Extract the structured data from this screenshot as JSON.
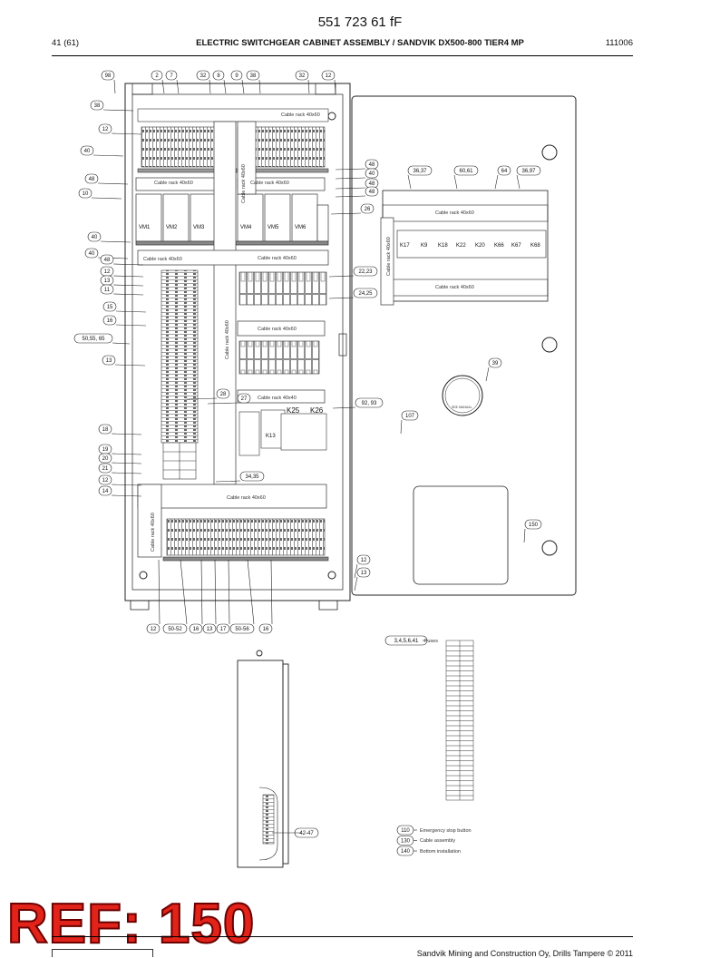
{
  "header": {
    "doc_number": "551 723 61 fF",
    "page": "41 (61)",
    "title": "ELECTRIC SWITCHGEAR CABINET ASSEMBLY / SANDVIK DX500-800 TIER4 MP",
    "code": "111006"
  },
  "footer": {
    "copyright": "Sandvik Mining and Construction Oy, Drills Tampere © 2011"
  },
  "stamp": {
    "text": "REF: 150"
  },
  "drawing": {
    "cable_rack": "Cable rack 40x60",
    "cable_rack_short": "Cable rack 40x40",
    "relay_labels": [
      "K25",
      "K26"
    ],
    "k13_label": "K13",
    "relay_strip": [
      "K17",
      "K9",
      "K18",
      "K22",
      "K20",
      "K66",
      "K67",
      "K68"
    ],
    "vm_labels": [
      "VM1",
      "VM2",
      "VM3",
      "VM4",
      "VM5",
      "VM6"
    ],
    "top_callouts": [
      "98",
      "2",
      "7",
      "32",
      "8",
      "9",
      "38",
      "32",
      "12"
    ],
    "left_callouts": [
      "38",
      "12",
      "40",
      "48",
      "10",
      "40",
      "40",
      "48",
      "12",
      "13",
      "11",
      "15",
      "16",
      "50,55, 65",
      "13",
      "18",
      "19",
      "20",
      "21",
      "12",
      "14"
    ],
    "mid_callouts": [
      "48",
      "40",
      "48",
      "48",
      "26",
      "22,23",
      "24,25",
      "28",
      "27",
      "92, 93",
      "34,35"
    ],
    "right_callouts": [
      "36,37",
      "60,61",
      "64",
      "36,97",
      "39",
      "107",
      "150",
      "12",
      "13"
    ],
    "bottom_callouts": [
      "12",
      "50-52",
      "16",
      "13",
      "17",
      "50-56",
      "16"
    ],
    "side_callout": "42-47",
    "fuse_ref": "3,4,5,6,41",
    "fuse_title": "Fuses",
    "legend": [
      {
        "num": "110",
        "text": "Emergency stop button"
      },
      {
        "num": "130",
        "text": "Cable assembly"
      },
      {
        "num": "140",
        "text": "Bottom installation"
      }
    ],
    "display_ring": "SEE MANUAL"
  }
}
